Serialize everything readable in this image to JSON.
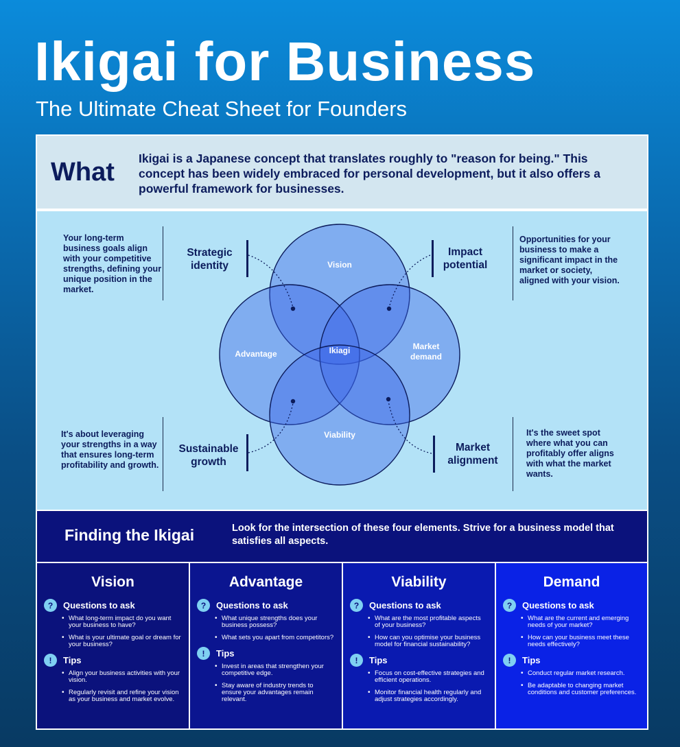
{
  "header": {
    "title": "Ikigai for Business",
    "subtitle": "The Ultimate Cheat Sheet for Founders"
  },
  "what": {
    "label": "What",
    "text": "Ikigai is a Japanese concept that translates roughly to \"reason for being.\" This concept has been widely embraced for personal development, but it also offers a powerful framework for businesses."
  },
  "venn": {
    "circles": {
      "vision": "Vision",
      "advantage": "Advantage",
      "market_demand": "Market demand",
      "viability": "Viability",
      "center": "Ikiagi"
    },
    "labels": {
      "strategic_identity": "Strategic identity",
      "impact_potential": "Impact potential",
      "sustainable_growth": "Sustainable growth",
      "market_alignment": "Market alignment"
    },
    "notes": {
      "top_left": "Your long-term business goals align with your competitive strengths, defining your unique position in the market.",
      "top_right": "Opportunities for your business to make a significant impact in the market or society, aligned with your vision.",
      "bottom_left": "It's about leveraging your strengths in a way that ensures long-term profitability and growth.",
      "bottom_right": "It's the sweet spot where what you can profitably offer aligns with what the market wants."
    },
    "colors": {
      "background": "#b3e2f7",
      "circle_fill": "#3b5fe0",
      "circle_stroke": "#0c1c5c"
    }
  },
  "finding": {
    "title": "Finding the Ikigai",
    "text": "Look for the intersection of these four elements. Strive for a business model that satisfies all aspects."
  },
  "columns": [
    {
      "title": "Vision",
      "q_label": "Questions to ask",
      "questions": [
        "What long-term impact do you want your business to have?",
        "What is your ultimate goal or dream for your business?"
      ],
      "tips_label": "Tips",
      "tips": [
        "Align your business activities with your vision.",
        "Regularly revisit and refine your vision as your business and market evolve."
      ]
    },
    {
      "title": "Advantage",
      "q_label": "Questions to ask",
      "questions": [
        "What unique strengths does your business possess?",
        "What sets you apart from competitors?"
      ],
      "tips_label": "Tips",
      "tips": [
        "Invest in areas that strengthen your competitive edge.",
        "Stay aware of industry trends to ensure your advantages remain relevant."
      ]
    },
    {
      "title": "Viability",
      "q_label": "Questions to ask",
      "questions": [
        "What are the most profitable aspects of your business?",
        "How can you optimise your business model for financial sustainability?"
      ],
      "tips_label": "Tips",
      "tips": [
        "Focus on cost-effective strategies and efficient operations.",
        "Monitor financial health regularly and adjust strategies accordingly."
      ]
    },
    {
      "title": "Demand",
      "q_label": "Questions to ask",
      "questions": [
        "What are the current and emerging needs of your market?",
        "How can your business meet these needs effectively?"
      ],
      "tips_label": "Tips",
      "tips": [
        "Conduct regular market research.",
        "Be adaptable to changing market conditions and customer preferences."
      ]
    }
  ],
  "column_colors": [
    "#0b127c",
    "#0b1590",
    "#0a1ab0",
    "#0a22e6"
  ],
  "icons": {
    "question": "question-icon",
    "tips": "exclamation-icon"
  }
}
